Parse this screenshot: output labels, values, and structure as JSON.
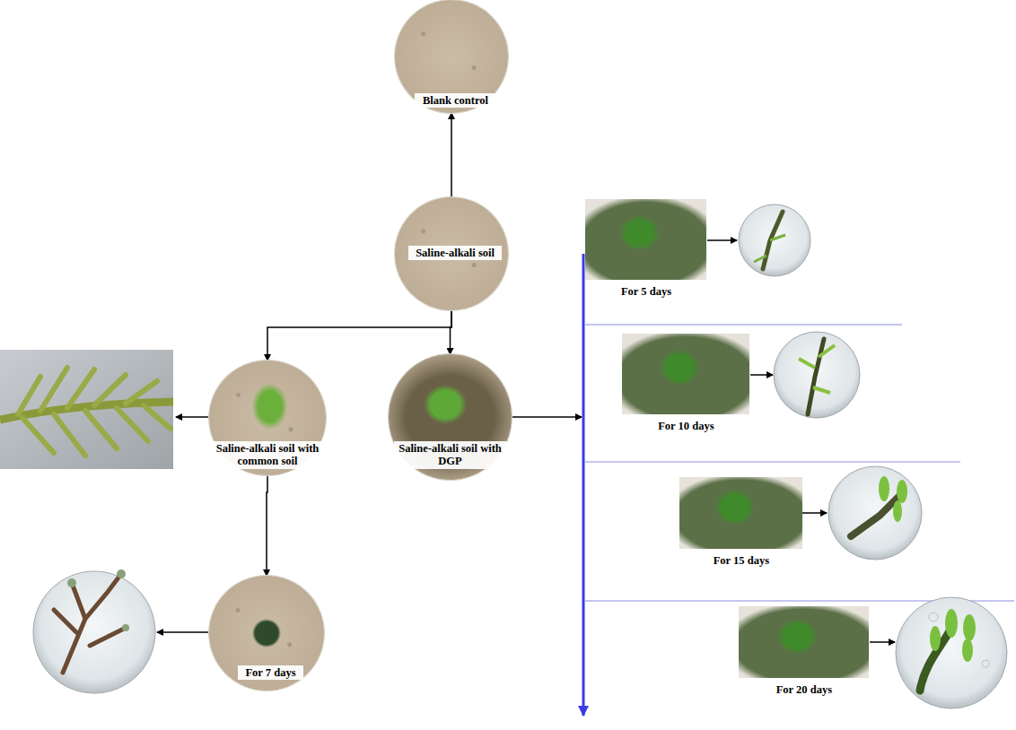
{
  "diagram": {
    "nodes": [
      {
        "text": [
          "Blank control"
        ]
      },
      {
        "text": [
          "Saline-alkali soil"
        ]
      },
      {
        "text": [
          "Saline-alkali soil with common soil"
        ]
      },
      {
        "text": [
          "Saline-alkali soil with DGP"
        ]
      },
      {
        "text": [
          "For 7 days"
        ]
      },
      {
        "text": [
          "For 5 days"
        ]
      },
      {
        "text": [
          "For 10 days"
        ]
      },
      {
        "text": [
          "For 15 days"
        ]
      },
      {
        "text": [
          "For 20 days"
        ]
      }
    ],
    "edges": [
      {
        "from": 1,
        "to": 0,
        "arrow": "to"
      },
      {
        "from": 1,
        "to": 2,
        "arrow": "to"
      },
      {
        "from": 1,
        "to": 3,
        "arrow": "to"
      },
      {
        "from": 2,
        "to": 4,
        "arrow": "to"
      }
    ]
  }
}
